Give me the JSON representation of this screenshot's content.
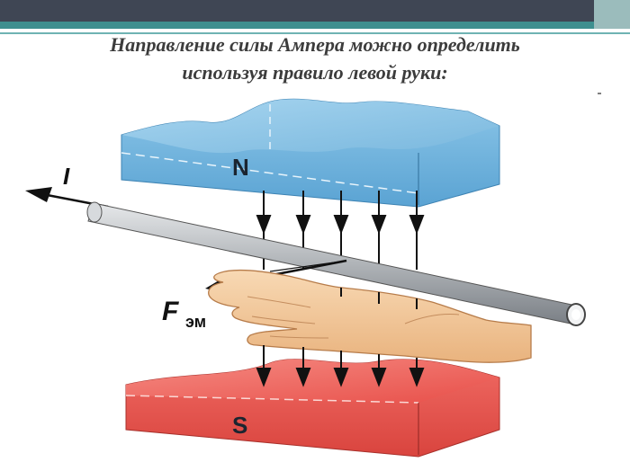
{
  "slide": {
    "title_line1": "Направление силы Ампера можно определить",
    "title_line2": "используя правило левой руки:"
  },
  "diagram": {
    "north_label": "N",
    "south_label": "S",
    "current_label": "I",
    "force_label": "F",
    "force_subscript": "эм",
    "colors": {
      "north_magnet": "#7ab8de",
      "south_magnet": "#e8504a",
      "conductor": "#b0b4b8",
      "hand": "#f3c89a",
      "arrows": "#111111"
    }
  }
}
